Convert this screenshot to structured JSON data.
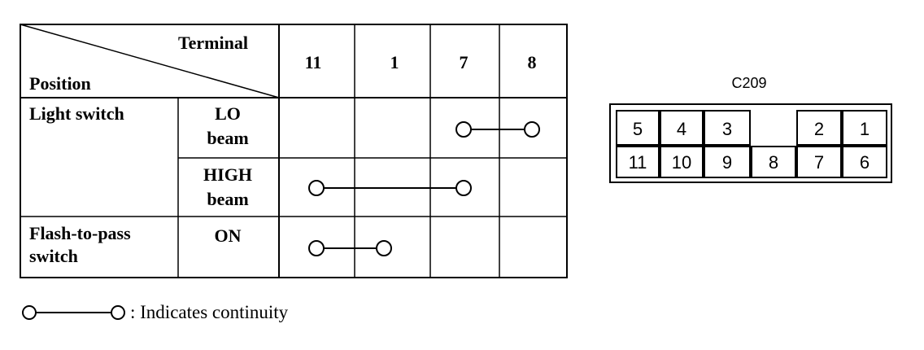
{
  "table": {
    "header": {
      "terminal_label": "Terminal",
      "position_label": "Position",
      "terminals": [
        "11",
        "1",
        "7",
        "8"
      ]
    },
    "rows": [
      {
        "group": "Light switch",
        "position_line1": "LO",
        "position_line2": "beam",
        "continuity": [
          "7",
          "8"
        ]
      },
      {
        "group": "",
        "position_line1": "HIGH",
        "position_line2": "beam",
        "continuity": [
          "11",
          "7"
        ]
      },
      {
        "group_line1": "Flash-to-pass",
        "group_line2": "switch",
        "position_line1": "ON",
        "position_line2": "",
        "continuity": [
          "11",
          "1"
        ]
      }
    ]
  },
  "legend": {
    "text": ": Indicates continuity"
  },
  "connector": {
    "label": "C209",
    "top_row": [
      "5",
      "4",
      "3",
      "",
      "2",
      "1"
    ],
    "bottom_row": [
      "11",
      "10",
      "9",
      "8",
      "7",
      "6"
    ]
  }
}
